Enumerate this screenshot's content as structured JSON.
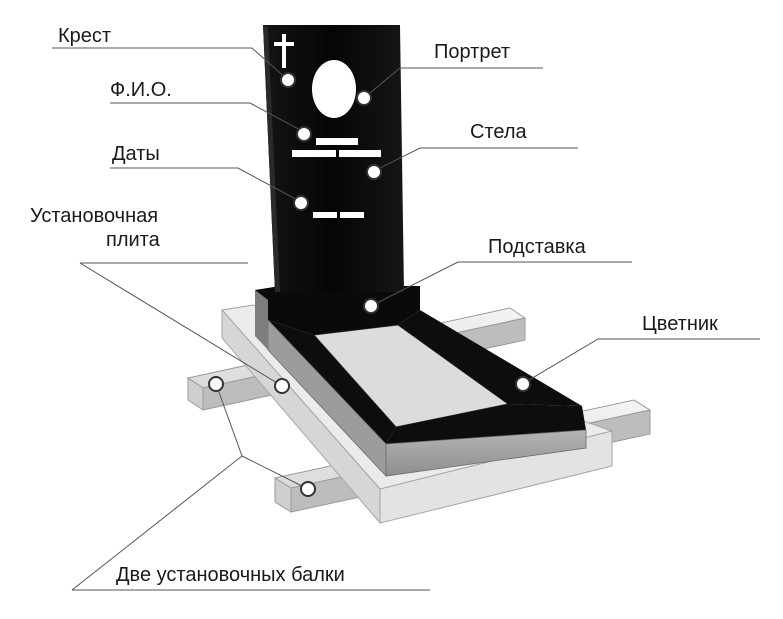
{
  "labels": {
    "cross": "Крест",
    "portrait": "Портрет",
    "fio": "Ф.И.О.",
    "stele": "Стела",
    "dates": "Даты",
    "plate_line1": "Установочная",
    "plate_line2": "плита",
    "stand": "Подставка",
    "flowerbed": "Цветник",
    "beams": "Две установочных балки"
  },
  "colors": {
    "granite": "#0b0b0b",
    "concrete": "#e2e2e2",
    "leader": "#555555",
    "text": "#1a1a1a"
  }
}
